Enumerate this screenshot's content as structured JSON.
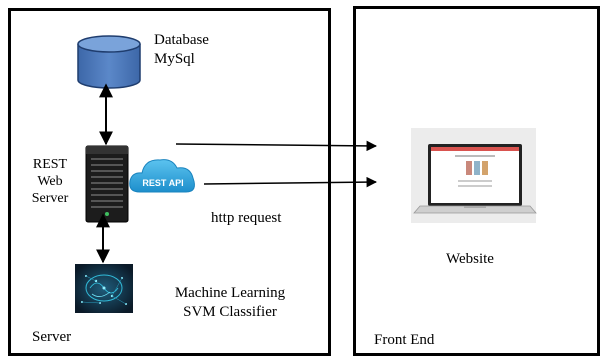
{
  "server_panel": {
    "label": "Server",
    "database": {
      "line1": "Database",
      "line2": "MySql"
    },
    "rest_server": {
      "line1": "REST",
      "line2": "Web",
      "line3": "Server"
    },
    "rest_api_badge": "REST API",
    "http_request": "http request",
    "ml": {
      "line1": "Machine Learning",
      "line2": "SVM Classifier"
    }
  },
  "frontend_panel": {
    "label": "Front End",
    "website": "Website"
  },
  "colors": {
    "database_fill": "#4f7bbd",
    "database_stroke": "#1f3d6e",
    "cloud_fill": "#2fa7df",
    "server_body": "#1c1c1c",
    "ml_background": "#0e2233",
    "ml_glow": "#34c9e8"
  }
}
